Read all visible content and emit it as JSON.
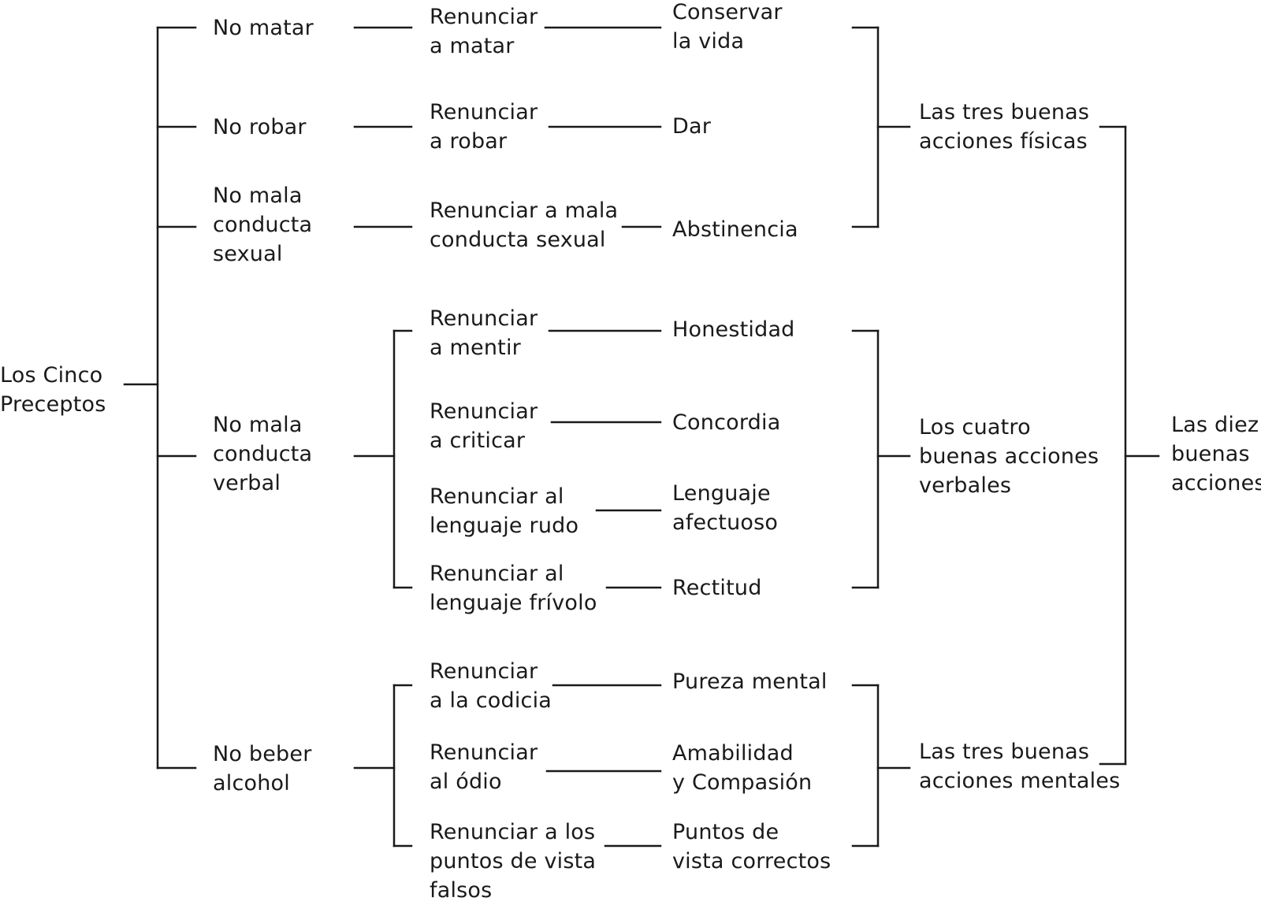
{
  "root": "Los Cinco\nPreceptos",
  "precepts": [
    "No matar",
    "No robar",
    "No mala\nconducta\nsexual",
    "No mala\nconducta\nverbal",
    "No beber\nalcohol"
  ],
  "renunciations": [
    "Renunciar\na matar",
    "Renunciar\na robar",
    "Renunciar a mala\nconducta sexual",
    "Renunciar\na mentir",
    "Renunciar\na criticar",
    "Renunciar al\nlenguaje rudo",
    "Renunciar al\nlenguaje frívolo",
    "Renunciar\na la codicia",
    "Renunciar\nal ódio",
    "Renunciar a los\npuntos de vista\nfalsos"
  ],
  "virtues": [
    "Conservar\nla vida",
    "Dar",
    "Abstinencia",
    "Honestidad",
    "Concordia",
    "Lenguaje\nafectuoso",
    "Rectitud",
    "Pureza mental",
    "Amabilidad\ny Compasión",
    "Puntos de\nvista correctos"
  ],
  "groups": [
    "Las tres buenas\nacciones físicas",
    "Los cuatro\nbuenas acciones\nverbales",
    "Las tres buenas\nacciones mentales"
  ],
  "result": "Las diez\nbuenas\nacciones"
}
